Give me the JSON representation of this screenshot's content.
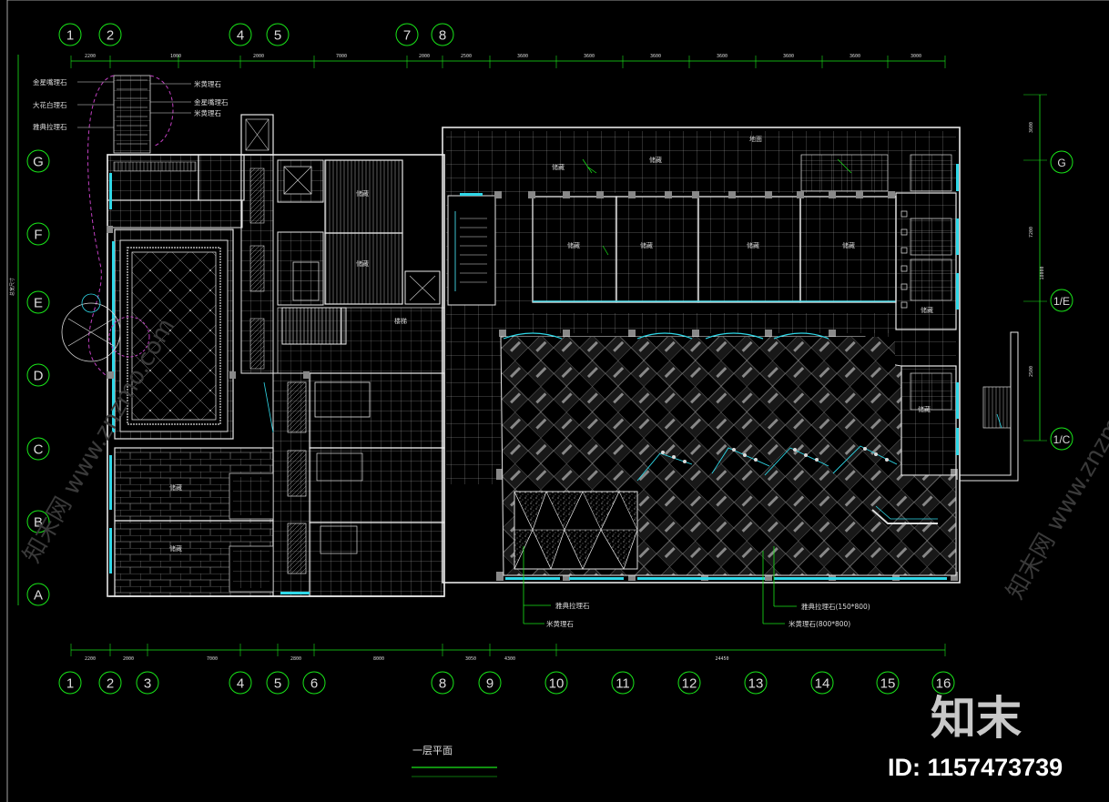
{
  "drawing": {
    "title": "一层平面",
    "top_axes": [
      "1",
      "2",
      "4",
      "5",
      "7",
      "8"
    ],
    "bottom_axes": [
      "1",
      "2",
      "3",
      "4",
      "5",
      "6",
      "8",
      "9",
      "10",
      "11",
      "12",
      "13",
      "14",
      "15",
      "16"
    ],
    "left_axes": [
      "G",
      "F",
      "E",
      "D",
      "C",
      "B",
      "A"
    ],
    "right_axes": [
      "G",
      "1/E",
      "1/C"
    ],
    "top_dims": [
      "2200",
      "1000",
      "2000",
      "7000",
      "2000",
      "2500",
      "3600",
      "3600",
      "3600",
      "3600",
      "3600",
      "3600",
      "3000"
    ],
    "bottom_dims": [
      "2200",
      "2000",
      "7000",
      "2800",
      "8000",
      "3050",
      "4300",
      "24450"
    ],
    "right_dims": [
      "3600",
      "7200",
      "18000",
      "2500"
    ],
    "left_dim": "总宽尺寸"
  },
  "legend_top_left": {
    "left": [
      "金星嘴理石",
      "大花白理石",
      "雅典拉理石"
    ],
    "right": [
      "米黄理石",
      "金星嘴理石",
      "米黄理石"
    ]
  },
  "room_labels": [
    "地面",
    "储藏",
    "储藏",
    "储藏",
    "储藏",
    "储藏",
    "储藏",
    "储藏",
    "储藏",
    "储藏",
    "储藏",
    "储藏",
    "储藏",
    "楼梯"
  ],
  "material_notes": {
    "bottom_left": [
      "雅典拉理石",
      "米黄理石"
    ],
    "bottom_right": [
      "雅典拉理石(150*800)",
      "米黄理石(800*800)"
    ]
  },
  "watermark": {
    "logo": "知末",
    "id_label": "ID: 1157473739",
    "faint": [
      "知末网 www.znzmo.com"
    ]
  },
  "colors": {
    "axis": "#19e619",
    "window": "#2fd8e8",
    "line": "#e8e8e8",
    "annotation": "#c040c0"
  }
}
